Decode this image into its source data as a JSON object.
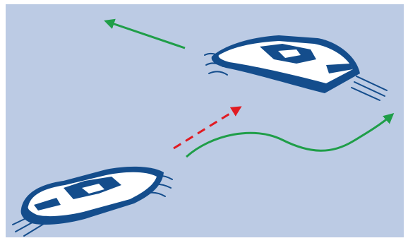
{
  "scene": {
    "background_color": "#bccbe4",
    "boat_color": "#144d8c",
    "boat_highlight": "#ffffff",
    "green_arrow_color": "#1f9e48",
    "red_arrow_color": "#e11b22",
    "elements": [
      "boat-upper-right",
      "boat-lower-left",
      "green-straight-arrow",
      "red-dashed-arrow",
      "green-curved-arrow"
    ]
  }
}
